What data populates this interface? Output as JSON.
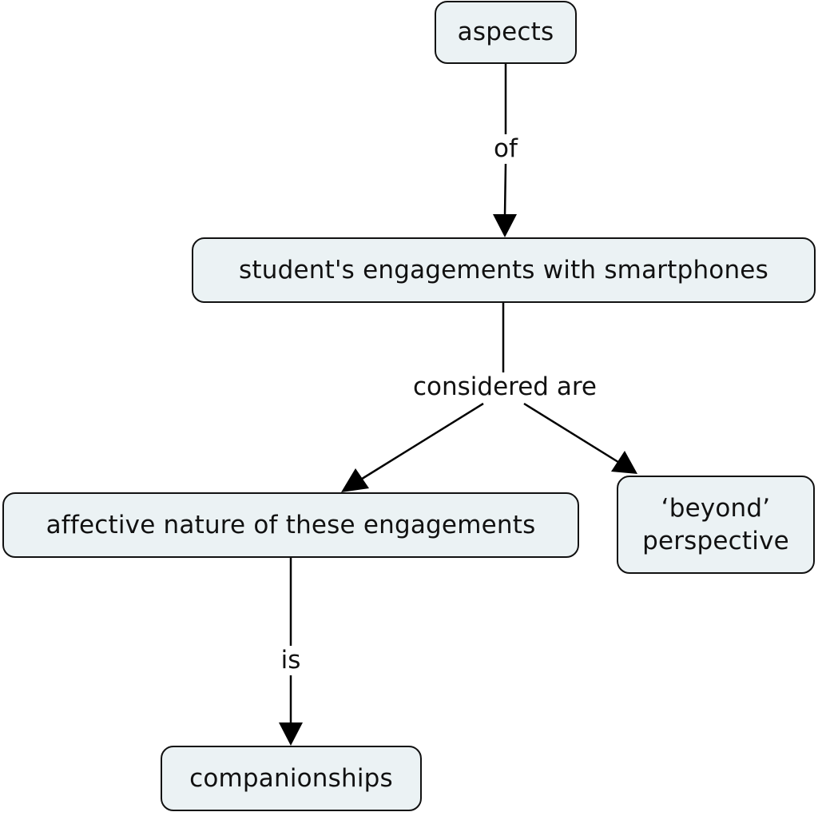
{
  "diagram": {
    "type": "concept-map",
    "colors": {
      "node_fill": "#ebf2f4",
      "node_border": "#111111",
      "edge": "#000000",
      "text": "#111111",
      "background": "#ffffff"
    },
    "nodes": {
      "aspects": "aspects",
      "engagements": "student's engagements with smartphones",
      "affective": "affective nature of these engagements",
      "beyond_line1": "‘beyond’",
      "beyond_line2": "perspective",
      "companionships": "companionships"
    },
    "links": {
      "of": "of",
      "considered_are": "considered are",
      "is": "is"
    },
    "edges": [
      {
        "from": "aspects",
        "via": "of",
        "to": "engagements"
      },
      {
        "from": "engagements",
        "via": "considered_are",
        "to": "affective"
      },
      {
        "from": "engagements",
        "via": "considered_are",
        "to": "beyond"
      },
      {
        "from": "affective",
        "via": "is",
        "to": "companionships"
      }
    ]
  }
}
